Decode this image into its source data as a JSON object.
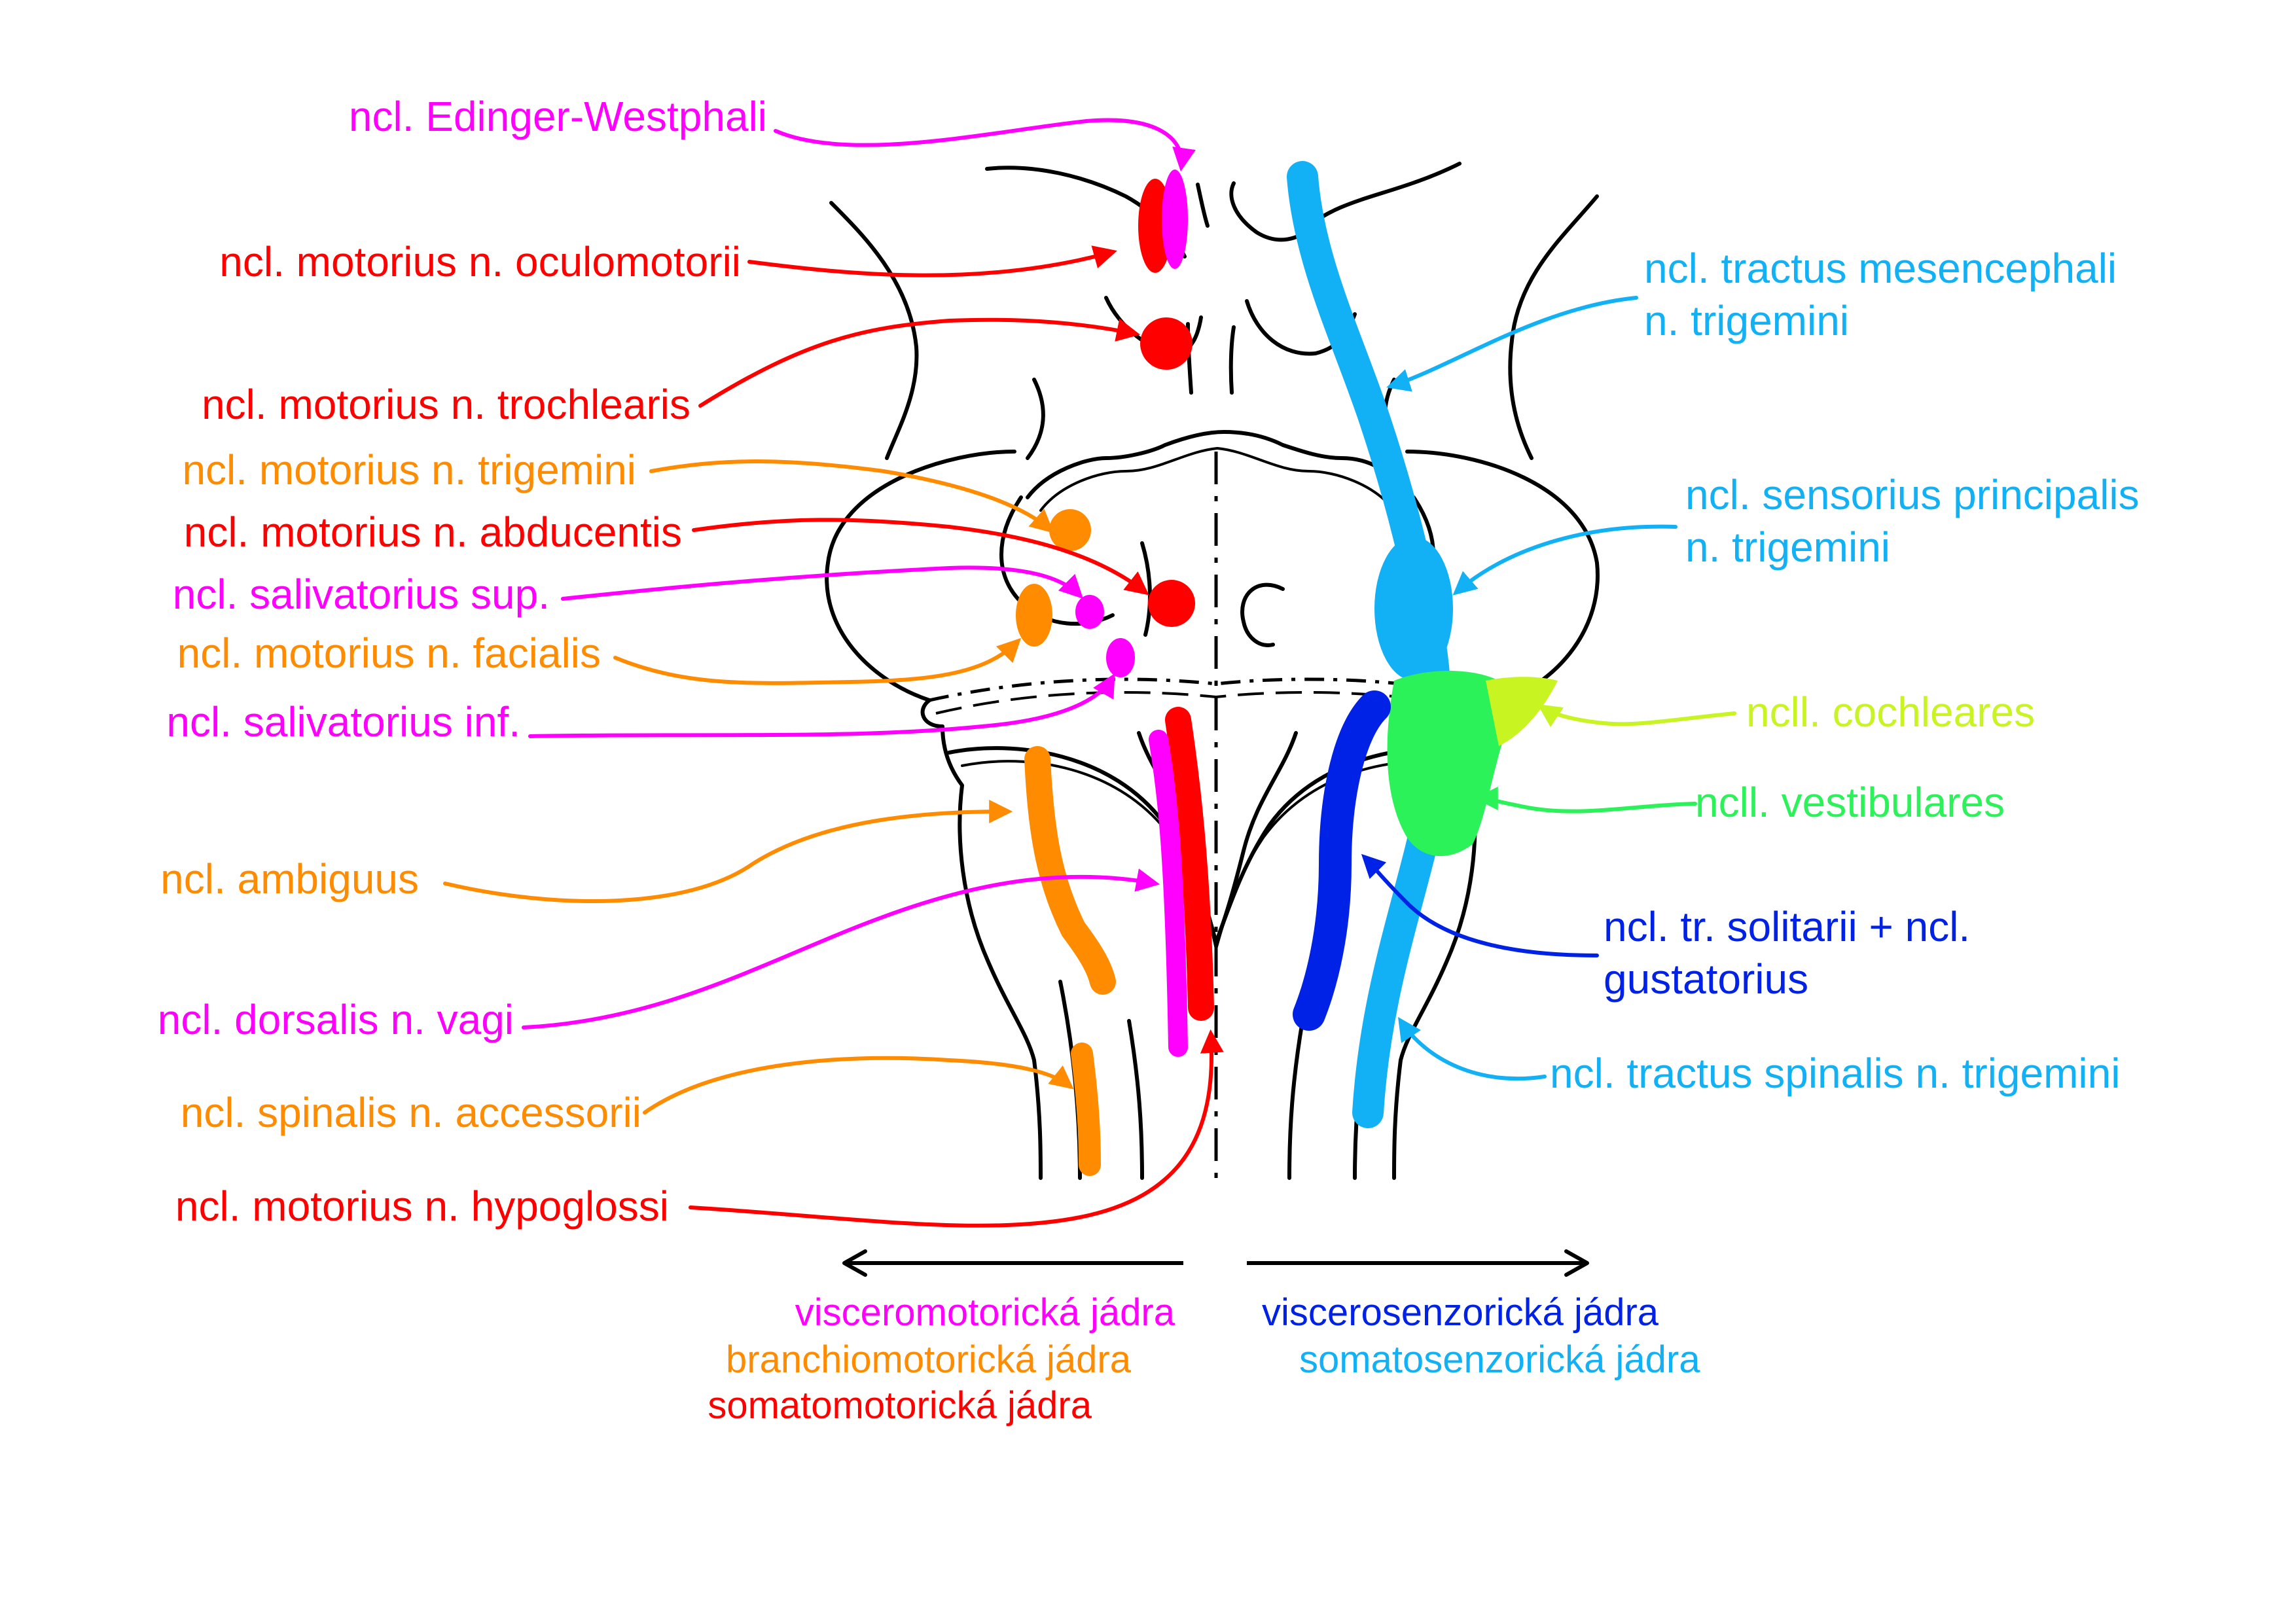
{
  "colors": {
    "viscero_motor": "#ff00ff",
    "branchio_motor": "#ff8c00",
    "somato_motor": "#ff0000",
    "viscero_sensory": "#0022e6",
    "somato_sensory": "#12b1f5",
    "cochlear": "#c8f522",
    "vestibular": "#2cf25a",
    "outline": "#000000"
  },
  "labels": {
    "edinger_westphali": "ncl. Edinger-Westphali",
    "oculomotorii": "ncl. motorius n. oculomotorii",
    "trochlearis": "ncl. motorius n. trochlearis",
    "motor_trigemini": "ncl. motorius n. trigemini",
    "abducentis": "ncl. motorius n. abducentis",
    "salivatorius_sup": "ncl. salivatorius sup.",
    "facialis": "ncl. motorius n. facialis",
    "salivatorius_inf": "ncl. salivatorius inf.",
    "ambiguus": "ncl. ambiguus",
    "dorsalis_vagi": "ncl. dorsalis n. vagi",
    "accessorii": "ncl. spinalis n. accessorii",
    "hypoglossi": "ncl. motorius n. hypoglossi",
    "mesencephali_1": "ncl. tractus mesencephali",
    "mesencephali_2": "n. trigemini",
    "sensorius_1": "ncl. sensorius principalis",
    "sensorius_2": "n. trigemini",
    "cochleares": "ncll. cochleares",
    "vestibulares": "ncll. vestibulares",
    "solitarii_1": "ncl. tr. solitarii + ncl.",
    "solitarii_2": "gustatorius",
    "spinalis_trigemini": "ncl. tractus spinalis n. trigemini"
  },
  "legend": {
    "visceromotor": "visceromotorická jádra",
    "branchiomotor": "branchiomotorická jádra",
    "somatomotor": "somatomotorická jádra",
    "viscerosensory": "viscerosenzorická jádra",
    "somatosensory": "somatosenzorická jádra"
  }
}
